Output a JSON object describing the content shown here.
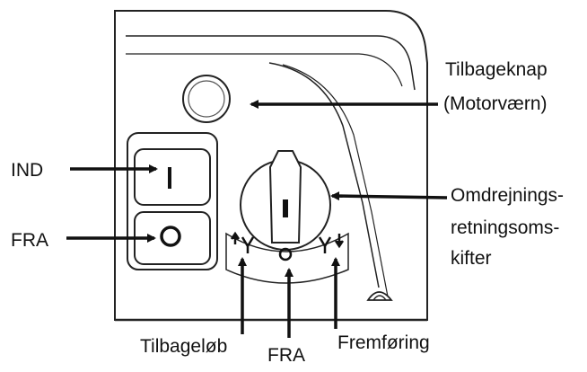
{
  "labels": {
    "reset_button_line1": "Tilbageknap",
    "reset_button_line2": "(Motorværn)",
    "on_switch": "IND",
    "off_switch": "FRA",
    "direction_switch_line1": "Omdrejnings-",
    "direction_switch_line2": "retningsoms-",
    "direction_switch_line3": "kifter",
    "reverse": "Tilbageløb",
    "off_position": "FRA",
    "forward": "Fremføring"
  },
  "symbols": {
    "on_switch_symbol": "I",
    "off_switch_symbol": "O"
  },
  "icons": [
    "reset-button-icon",
    "rotation-dial-icon",
    "reverse-symbol-icon",
    "forward-symbol-icon",
    "lock-icon"
  ]
}
